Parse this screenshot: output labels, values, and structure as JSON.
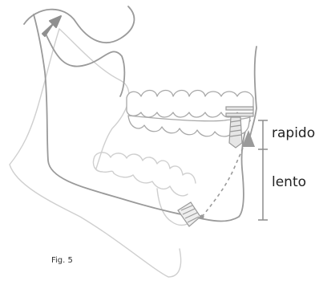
{
  "labels": {
    "rapido": "rapido",
    "lento": "lento",
    "figure": "Fig. 5"
  },
  "colors": {
    "outline_dark": "#9a9a9a",
    "outline_light": "#cfcfcf",
    "arrow": "#9a9a9a",
    "bracket": "#8c8c8c",
    "text": "#222222"
  }
}
